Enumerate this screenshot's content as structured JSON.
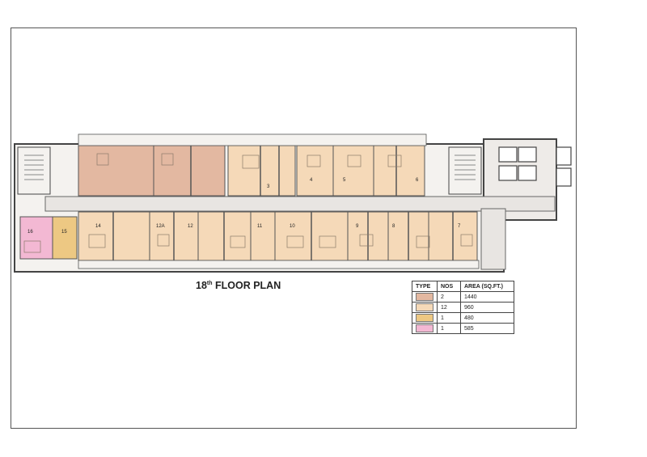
{
  "plan": {
    "title_main": "18",
    "title_sup": "th",
    "title_rest": " FLOOR PLAN",
    "unit_labels": [
      "14",
      "12A",
      "12",
      "11",
      "10",
      "9",
      "8",
      "7",
      "16",
      "15",
      "3",
      "4",
      "5",
      "6"
    ]
  },
  "legend": {
    "headers": [
      "TYPE",
      "NOS",
      "AREA (SQ.FT.)"
    ],
    "rows": [
      {
        "color": "#e3b8a1",
        "nos": "2",
        "area": "1440"
      },
      {
        "color": "#f5d9b8",
        "nos": "12",
        "area": "960"
      },
      {
        "color": "#edc883",
        "nos": "1",
        "area": "480"
      },
      {
        "color": "#f3b8d3",
        "nos": "1",
        "area": "585"
      }
    ]
  },
  "colors": {
    "unit_1440": "#e3b8a1",
    "unit_960": "#f5d9b8",
    "unit_480": "#edc883",
    "unit_585": "#f3b8d3",
    "corridor": "#e8e5e2",
    "wall": "#444444"
  }
}
